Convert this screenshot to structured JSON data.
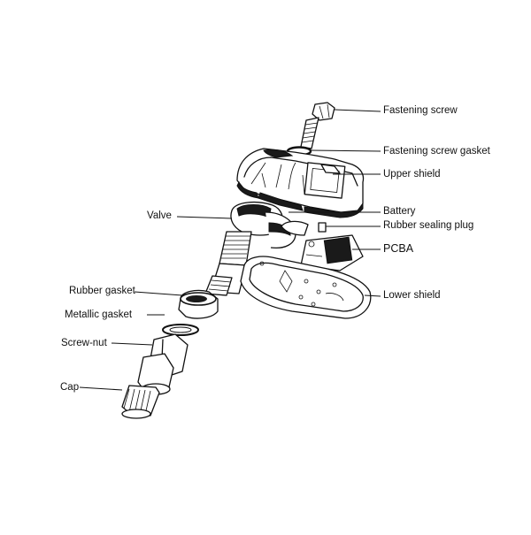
{
  "labels": {
    "fastening_screw": "Fastening screw",
    "fastening_screw_gasket": "Fastening screw gasket",
    "upper_shield": "Upper shield",
    "valve": "Valve",
    "battery": "Battery",
    "rubber_sealing_plug": "Rubber sealing plug",
    "pcba": "PCBA",
    "lower_shield": "Lower shield",
    "rubber_gasket": "Rubber gasket",
    "metallic_gasket": "Metallic gasket",
    "screw_nut": "Screw-nut",
    "cap": "Cap"
  }
}
